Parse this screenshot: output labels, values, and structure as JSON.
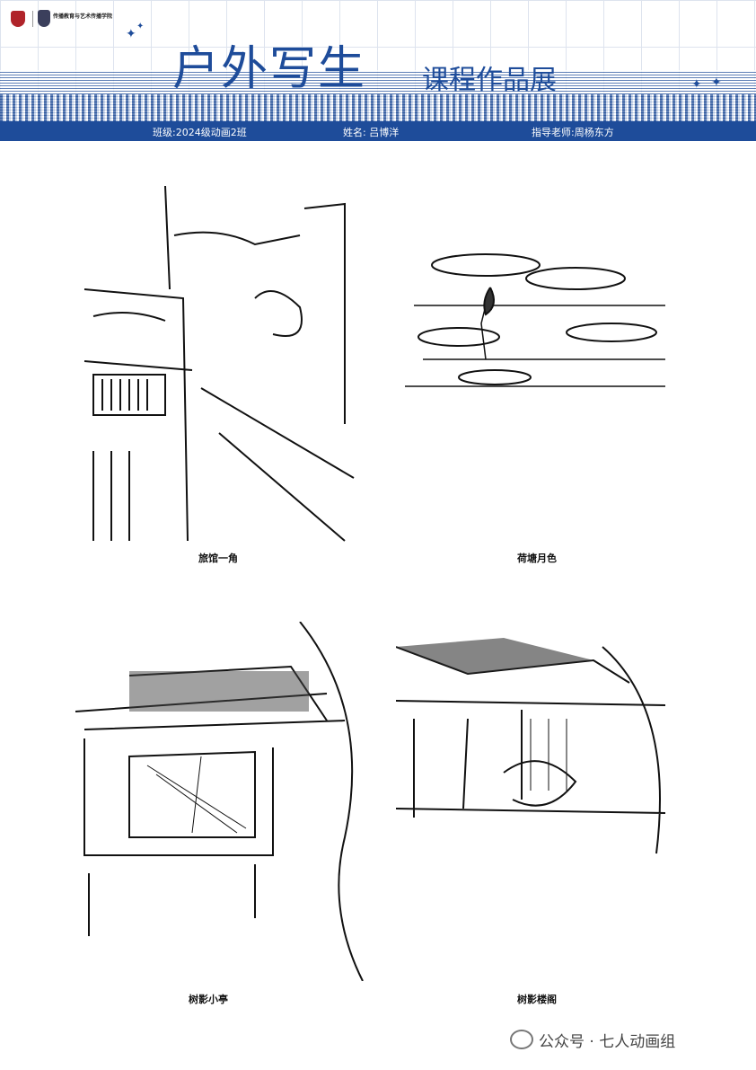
{
  "header": {
    "school_name": "传播教育与艺术传播学院",
    "title": "户外写生",
    "subtitle": "课程作品展"
  },
  "info": {
    "class_label": "班级:2024级动画2班",
    "name_label": "姓名:  吕博洋",
    "teacher_label": "指导老师:周杨东方"
  },
  "artworks": [
    {
      "caption": "旅馆一角"
    },
    {
      "caption": "荷塘月色"
    },
    {
      "caption": "树影小亭"
    },
    {
      "caption": "树影楼阁"
    }
  ],
  "watermark": "公众号 · 七人动画组"
}
